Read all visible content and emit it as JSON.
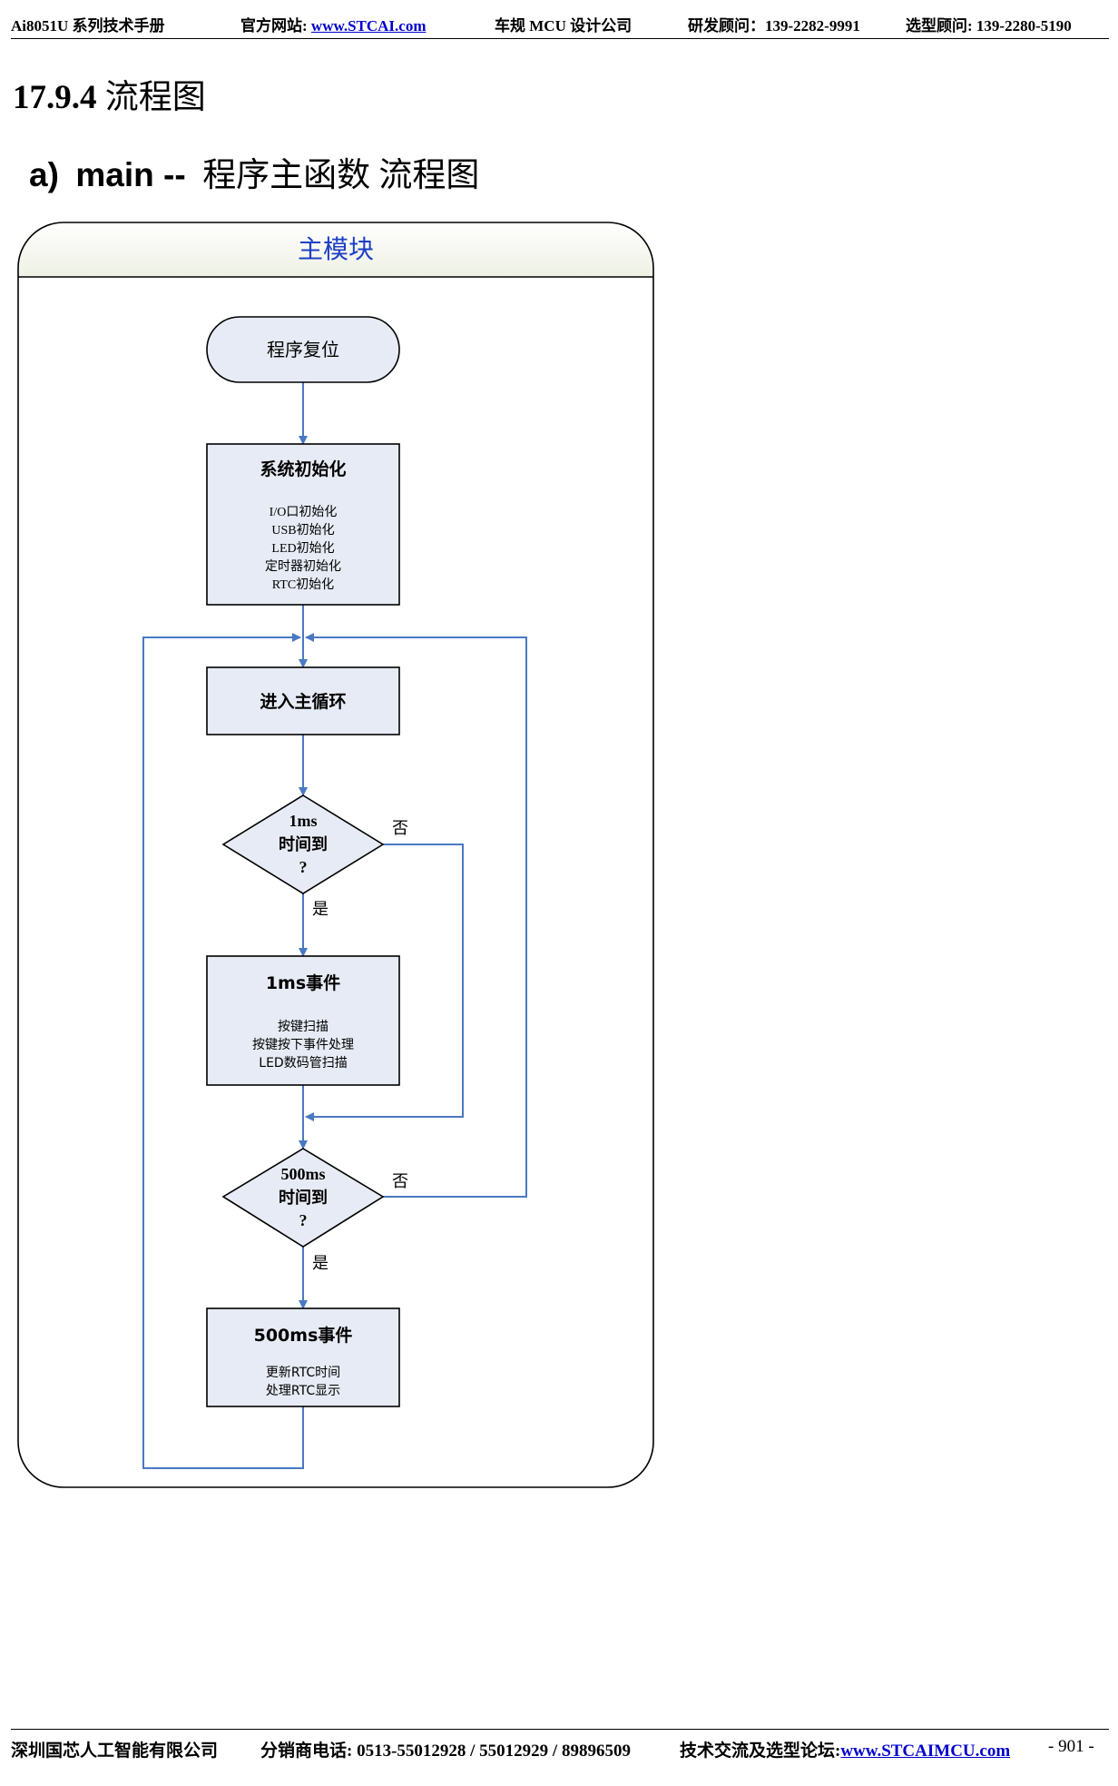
{
  "header": {
    "manual_title": "Ai8051U 系列技术手册",
    "website_label": "官方网站: ",
    "website_url": "www.STCAI.com",
    "company": "车规 MCU 设计公司",
    "rd_consultant": "研发顾问：139-2282-9991",
    "selection_consultant": "选型顾问: 139-2280-5190"
  },
  "section": {
    "number": "17.9.4",
    "title": "流程图"
  },
  "subsection": {
    "label": "a)",
    "name": "main --",
    "title": "程序主函数 流程图"
  },
  "flowchart": {
    "panel_title": "主模块",
    "start": "程序复位",
    "init": {
      "title": "系统初始化",
      "items": [
        "I/O口初始化",
        "USB初始化",
        "LED初始化",
        "定时器初始化",
        "RTC初始化"
      ]
    },
    "main_loop": "进入主循环",
    "decision_1ms": {
      "lines": [
        "1ms",
        "时间到",
        "?"
      ],
      "no": "否",
      "yes": "是"
    },
    "event_1ms": {
      "title": "1ms事件",
      "items": [
        "按键扫描",
        "按键按下事件处理",
        "LED数码管扫描"
      ]
    },
    "decision_500ms": {
      "lines": [
        "500ms",
        "时间到",
        "?"
      ],
      "no": "否",
      "yes": "是"
    },
    "event_500ms": {
      "title": "500ms事件",
      "items": [
        "更新RTC时间",
        "处理RTC显示"
      ]
    },
    "colors": {
      "box_fill": "#e6ebf5",
      "arrow": "#4a78c2",
      "panel_title": "#1d3fc4"
    }
  },
  "footer": {
    "company": "深圳国芯人工智能有限公司",
    "distributor_phone": "分销商电话: 0513-55012928 / 55012929 / 89896509",
    "forum_label": "技术交流及选型论坛:",
    "forum_url": "www.STCAIMCU.com",
    "page": "- 901 -"
  }
}
